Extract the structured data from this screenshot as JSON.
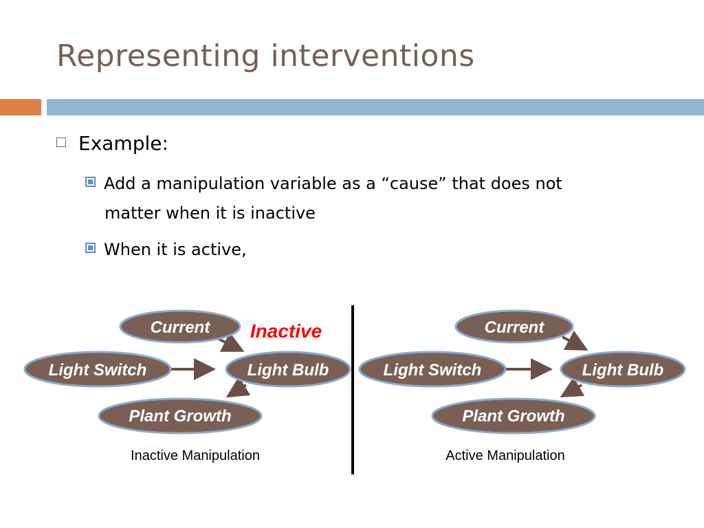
{
  "slide": {
    "title": "Representing interventions"
  },
  "bullets": {
    "level1": "Example:",
    "level2": [
      {
        "line1": "Add a manipulation variable as a “cause” that does not",
        "line2": "matter when it is inactive"
      },
      {
        "line1": "When it is active,"
      }
    ]
  },
  "diagrams": {
    "left": {
      "current": "Current",
      "light_switch": "Light Switch",
      "light_bulb": "Light Bulb",
      "plant_growth": "Plant Growth",
      "status": "Inactive",
      "caption": "Inactive Manipulation"
    },
    "right": {
      "current": "Current",
      "light_switch": "Light Switch",
      "light_bulb": "Light Bulb",
      "plant_growth": "Plant Growth",
      "caption": "Active Manipulation"
    }
  },
  "colors": {
    "title": "#775f55",
    "accent_orange": "#dd8047",
    "accent_blue": "#94b6d2",
    "node_fill": "#7a5f55",
    "node_border": "#8aa9cf",
    "arrow": "#6b5048",
    "status_red": "#ff0000"
  }
}
